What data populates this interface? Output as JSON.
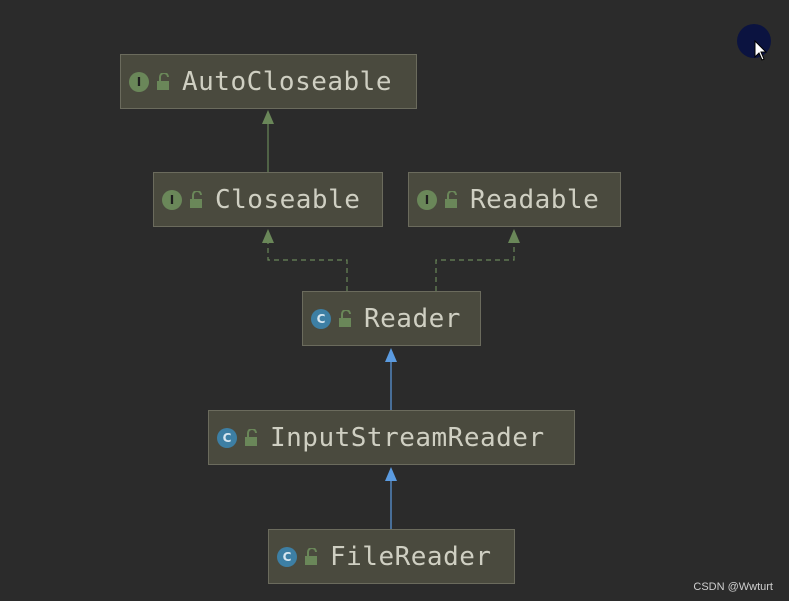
{
  "nodes": {
    "autocloseable": {
      "kind": "I",
      "label": "AutoCloseable"
    },
    "closeable": {
      "kind": "I",
      "label": "Closeable"
    },
    "readable": {
      "kind": "I",
      "label": "Readable"
    },
    "reader": {
      "kind": "C",
      "label": "Reader"
    },
    "inputstreamreader": {
      "kind": "C",
      "label": "InputStreamReader"
    },
    "filereader": {
      "kind": "C",
      "label": "FileReader"
    }
  },
  "edges": [
    {
      "from": "Closeable",
      "to": "AutoCloseable",
      "type": "extends"
    },
    {
      "from": "Reader",
      "to": "Closeable",
      "type": "implements"
    },
    {
      "from": "Reader",
      "to": "Readable",
      "type": "implements"
    },
    {
      "from": "InputStreamReader",
      "to": "Reader",
      "type": "extends"
    },
    {
      "from": "FileReader",
      "to": "InputStreamReader",
      "type": "extends"
    }
  ],
  "colors": {
    "background": "#2b2b2b",
    "node_fill": "#4a4a3e",
    "interface_edge": "#6a8759",
    "class_edge": "#5b9be0",
    "interface_badge": "#6a8759",
    "class_badge": "#3d7fa4"
  },
  "icons": {
    "interface_badge": "interface-badge-icon",
    "class_badge": "class-badge-icon",
    "visibility": "unlocked-padlock-icon"
  },
  "watermark": "CSDN @Wwturt"
}
